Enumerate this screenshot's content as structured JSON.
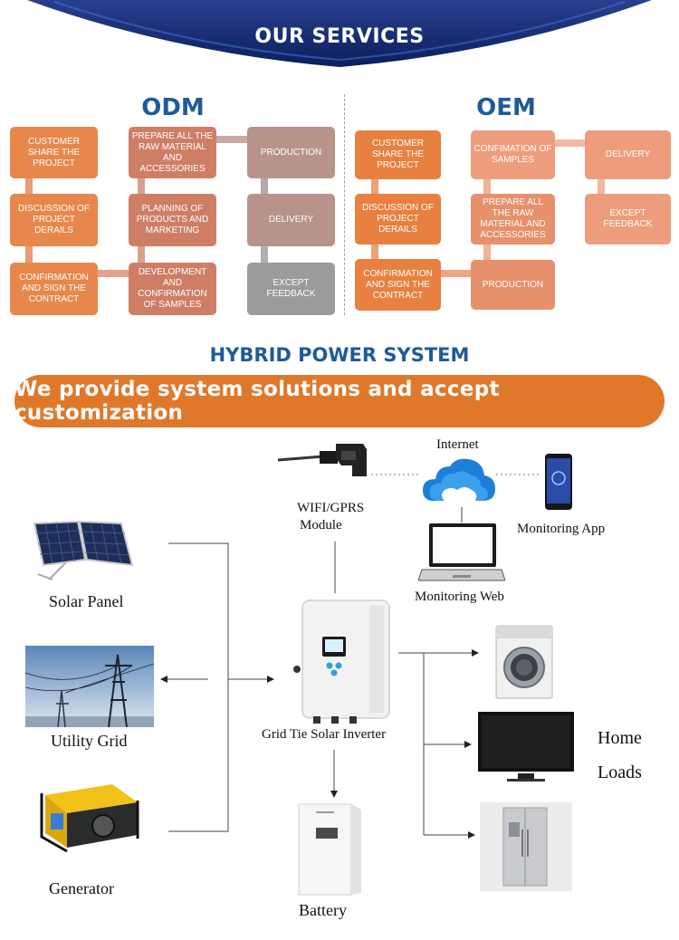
{
  "banner": {
    "title": "OUR SERVICES"
  },
  "odm": {
    "title": "ODM",
    "steps": [
      "CUSTOMER SHARE THE PROJECT",
      "DISCUSSION OF PROJECT DERAILS",
      "CONFIRMATION AND SIGN THE CONTRACT",
      "DEVELOPMENT AND CONFIRMATION OF SAMPLES",
      "PLANNING OF PRODUCTS AND MARKETING",
      "PREPARE ALL THE RAW MATERIAL AND ACCESSORIES",
      "PRODUCTION",
      "DELIVERY",
      "EXCEPT FEEDBACK"
    ]
  },
  "oem": {
    "title": "OEM",
    "steps": [
      "CUSTOMER SHARE THE PROJECT",
      "DISCUSSION OF PROJECT DERAILS",
      "CONFIRMATION AND SIGN THE CONTRACT",
      "PRODUCTION",
      "PREPARE ALL THE RAW MATERIAL AND ACCESSORIES",
      "CONFIMATION OF SAMPLES",
      "DELIVERY",
      "EXCEPT FEEDBACK"
    ]
  },
  "hybrid": {
    "title": "HYBRID POWER SYSTEM",
    "banner": "We provide system solutions and accept customization"
  },
  "diagram": {
    "sources": [
      "Solar Panel",
      "Utility Grid",
      "Generator"
    ],
    "inverter": "Grid Tie Solar Inverter",
    "module_line1": "WIFI/GPRS",
    "module_line2": "Module",
    "internet": "Internet",
    "monitoring_app": "Monitoring App",
    "monitoring_web": "Monitoring Web",
    "battery": "Battery",
    "loads_line1": "Home",
    "loads_line2": "Loads"
  },
  "colors": {
    "brand_blue": "#1f5a9a",
    "accent_orange": "#e0782a"
  }
}
